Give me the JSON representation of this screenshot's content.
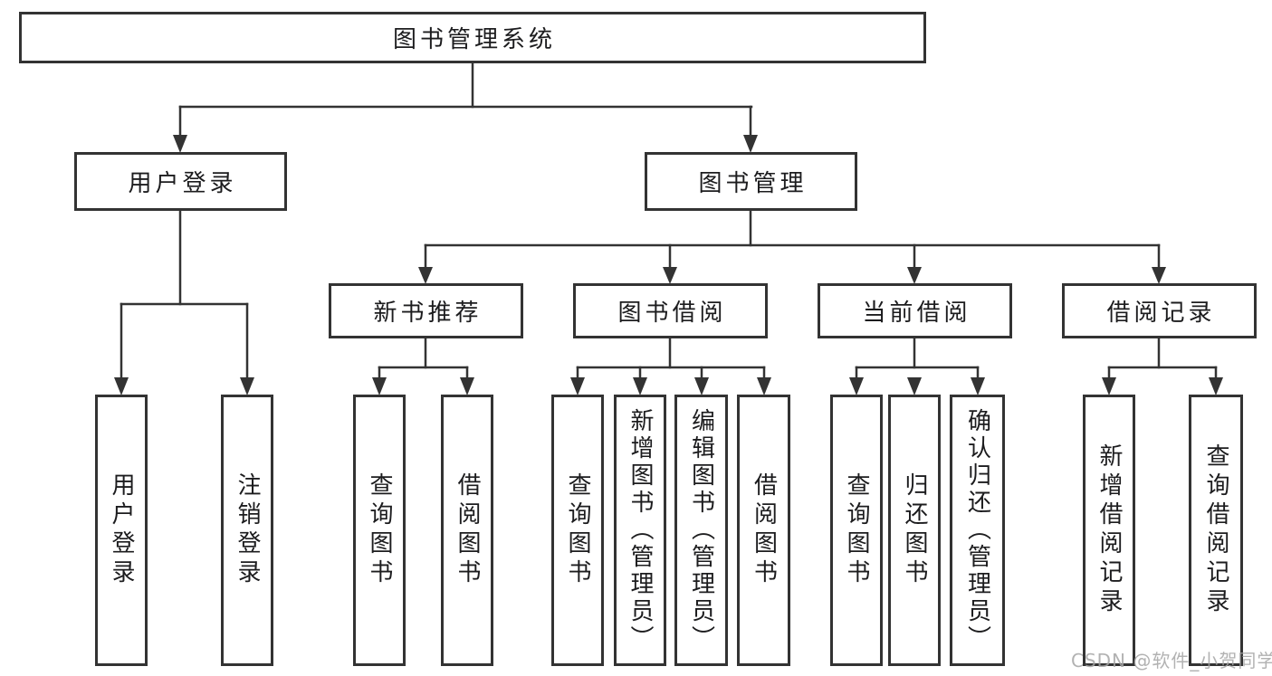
{
  "diagram": {
    "root": {
      "label": "图书管理系统"
    },
    "branches": {
      "user_login": {
        "label": "用户登录",
        "children": [
          "用户登录",
          "注销登录"
        ]
      },
      "book_mgmt": {
        "label": "图书管理",
        "sections": {
          "new_books": {
            "label": "新书推荐",
            "children": [
              "查询图书",
              "借阅图书"
            ]
          },
          "borrowing": {
            "label": "图书借阅",
            "children": [
              "查询图书",
              "新增图书（管理员）",
              "编辑图书（管理员）",
              "借阅图书"
            ]
          },
          "current": {
            "label": "当前借阅",
            "children": [
              "查询图书",
              "归还图书",
              "确认归还（管理员）"
            ]
          },
          "records": {
            "label": "借阅记录",
            "children": [
              "新增借阅记录",
              "查询借阅记录"
            ]
          }
        }
      }
    }
  },
  "watermark": {
    "text": "CSDN @软件_小贺同学"
  },
  "colors": {
    "line": "#333333",
    "text": "#1c1c1e",
    "watermark": "#a5a5a5",
    "background": "#ffffff"
  }
}
